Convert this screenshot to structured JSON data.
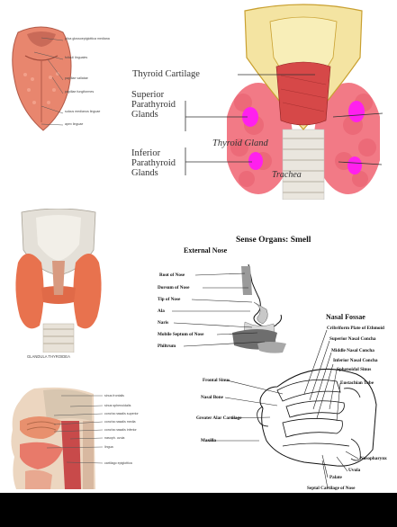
{
  "tongue": {
    "labels": [
      "plica glossoepiglottica mediana",
      "foliculi linguales",
      "papillae vallatae",
      "papillae fungiformes",
      "sulcus medianus linguae",
      "apex linguae"
    ]
  },
  "thyroid": {
    "labels": {
      "cartilage": "Thyroid Cartilage",
      "superior": [
        "Superior",
        "Parathyroid",
        "Glands"
      ],
      "inferior": [
        "Inferior",
        "Parathyroid",
        "Glands"
      ],
      "gland": "Thyroid Gland",
      "trachea": "Trachea"
    }
  },
  "glandula": {
    "caption": "GLANDULA THYROIDEA"
  },
  "smell": {
    "title": "Sense Organs: Smell",
    "external_title": "External Nose",
    "external_labels": [
      "Root of Nose",
      "Dorsum of Nose",
      "Tip of Nose",
      "Ala",
      "Naris",
      "Mobile Septum of Nose",
      "Philtrum"
    ],
    "fossae_title": "Nasal Fossae",
    "fossae_right_labels": [
      "Cribriform Plate of Ethmoid",
      "Superior Nasal Concha",
      "Middle Nasal Concha",
      "Inferior Nasal Concha",
      "Sphenoidal Sinus",
      "Eustachian Tube"
    ],
    "fossae_left_labels": [
      "Frontal Sinus",
      "Nasal Bone",
      "Greater Alar Cartilage",
      "Maxilla"
    ],
    "fossae_bottom_labels": [
      "Nasopharynx",
      "Uvula",
      "Palate",
      "Septal Cartilage of Nose"
    ]
  },
  "headsection": {
    "labels": [
      "sinus frontalis",
      "sinus sphenoidalis",
      "concha nasalis superior",
      "concha nasalis media",
      "concha nasalis inferior",
      "nasoph. uvula",
      "lingua",
      "cartilago epiglottica"
    ]
  },
  "colors": {
    "flesh": "#e8826c",
    "gland": "#f07080",
    "parathyroid": "#ff22ee",
    "cartilage": "#f3e3a0",
    "muscle": "#d84a4a",
    "trachea": "#e8e4dc"
  }
}
